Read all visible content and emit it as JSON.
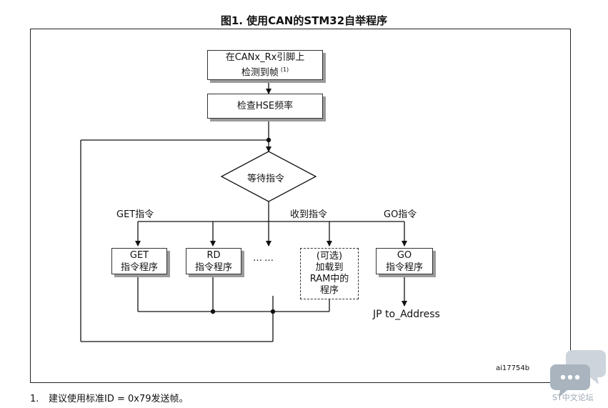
{
  "figure": {
    "title": "图1. 使用CAN的STM32自举程序",
    "reference_id": "ai17754b"
  },
  "nodes": {
    "detect_frame": {
      "line1": "在CANx_Rx引脚上",
      "line2": "检测到帧",
      "note_mark": "(1)"
    },
    "check_hse": "检查HSE频率",
    "wait_command": "等待指令",
    "get_routine": {
      "line1": "GET",
      "line2": "指令程序"
    },
    "rd_routine": {
      "line1": "RD",
      "line2": "指令程序"
    },
    "optional_ram": {
      "line1": "(可选)",
      "line2": "加载到",
      "line3": "RAM中的",
      "line4": "程序"
    },
    "go_routine": {
      "line1": "GO",
      "line2": "指令程序"
    },
    "jump": "JP to_Address"
  },
  "branch_labels": {
    "get": "GET指令",
    "received": "收到指令",
    "go": "GO指令"
  },
  "ellipsis": "……",
  "footnote": {
    "number": "1.",
    "text": "建议使用标准ID = 0x79发送帧。"
  },
  "watermark": {
    "text": "ST中文论坛",
    "icon": "chat-bubbles-icon"
  }
}
